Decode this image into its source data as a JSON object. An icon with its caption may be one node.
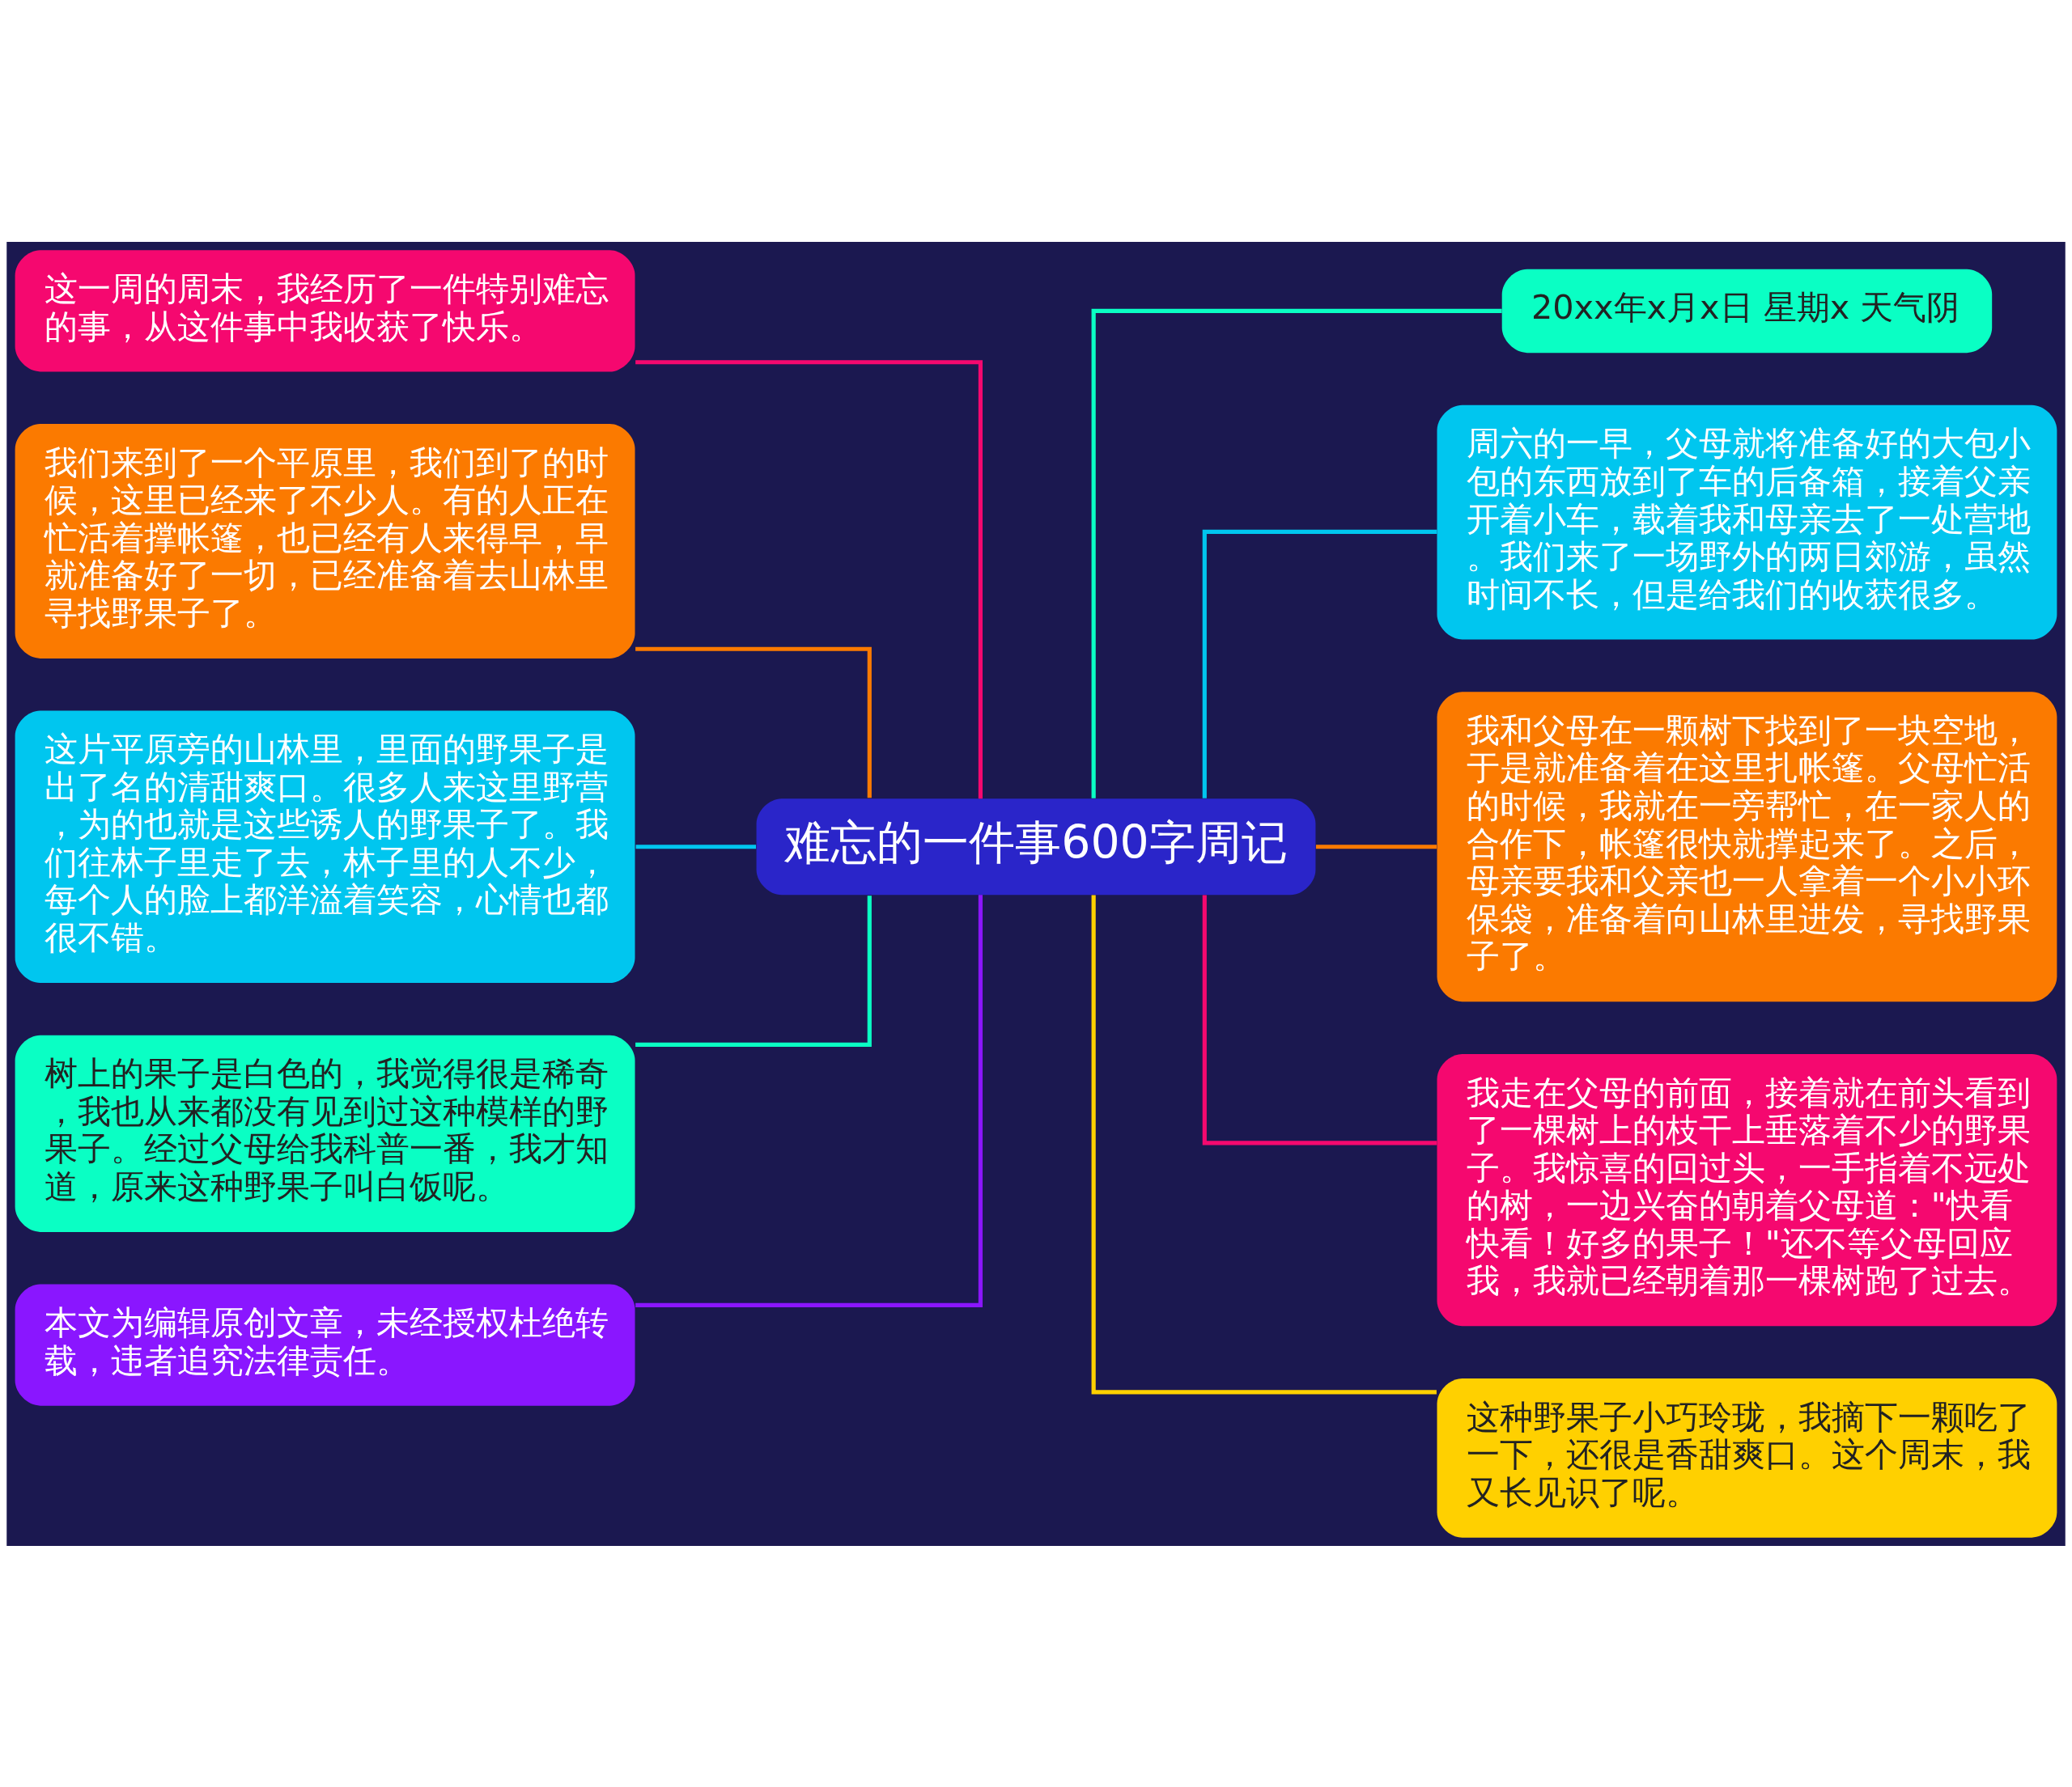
{
  "diagram": {
    "nodes": [
      {
        "text": [
          "难忘的一件事600字周记"
        ]
      },
      {
        "text": [
          "这一周的周末，我经历了一件特别难忘的事，从这件事中我收获了快乐。"
        ]
      },
      {
        "text": [
          "我们来到了一个平原里，我们到了的时候，这里已经来了不少人。有的人正在忙活着撑帐篷，也已经有人来得早，早就准备好了一切，已经准备着去山林里寻找野果子了。"
        ]
      },
      {
        "text": [
          "这片平原旁的山林里，里面的野果子是出了名的清甜爽口。很多人来这里野营，为的也就是这些诱人的野果子了。我们往林子里走了去，林子里的人不少，每个人的脸上都洋溢着笑容，心情也都很不错。"
        ]
      },
      {
        "text": [
          "树上的果子是白色的，我觉得很是稀奇，我也从来都没有见到过这种模样的野果子。经过父母给我科普一番，我才知道，原来这种野果子叫白饭呢。"
        ]
      },
      {
        "text": [
          "本文为编辑原创文章，未经授权杜绝转载，违者追究法律责任。"
        ]
      },
      {
        "text": [
          "20xx年x月x日 星期x 天气阴"
        ]
      },
      {
        "text": [
          "周六的一早，父母就将准备好的大包小包的东西放到了车的后备箱，接着父亲开着小车，载着我和母亲去了一处营地。我们来了一场野外的两日郊游，虽然时间不长，但是给我们的收获很多。"
        ]
      },
      {
        "text": [
          "我和父母在一颗树下找到了一块空地，于是就准备着在这里扎帐篷。父母忙活的时候，我就在一旁帮忙，在一家人的合作下，帐篷很快就撑起来了。之后，母亲要我和父亲也一人拿着一个小小环保袋，准备着向山林里进发，寻找野果子了。"
        ]
      },
      {
        "text": [
          "我走在父母的前面，接着就在前头看到了一棵树上的枝干上垂落着不少的野果子。我惊喜的回过头，一手指着不远处的树，一边兴奋的朝着父母道：\"快看快看！好多的果子！\"还不等父母回应我，我就已经朝着那一棵树跑了过去。"
        ]
      },
      {
        "text": [
          "这种野果子小巧玲珑，我摘下一颗吃了一下，还很是香甜爽口。这个周末，我又长见识了呢。"
        ]
      }
    ],
    "edges": [
      {
        "from": 1,
        "to": 0,
        "arrow": "none",
        "color": "#f5086f"
      },
      {
        "from": 2,
        "to": 0,
        "arrow": "none",
        "color": "#fb7a00"
      },
      {
        "from": 3,
        "to": 0,
        "arrow": "none",
        "color": "#00c6ef"
      },
      {
        "from": 4,
        "to": 0,
        "arrow": "none",
        "color": "#0affc4"
      },
      {
        "from": 5,
        "to": 0,
        "arrow": "none",
        "color": "#8a16ff"
      },
      {
        "from": 0,
        "to": 6,
        "arrow": "none",
        "color": "#0affc4"
      },
      {
        "from": 0,
        "to": 7,
        "arrow": "none",
        "color": "#00c6ef"
      },
      {
        "from": 0,
        "to": 8,
        "arrow": "none",
        "color": "#fb7a00"
      },
      {
        "from": 0,
        "to": 9,
        "arrow": "none",
        "color": "#f5086f"
      },
      {
        "from": 0,
        "to": 10,
        "arrow": "none",
        "color": "#ffd000"
      }
    ]
  }
}
